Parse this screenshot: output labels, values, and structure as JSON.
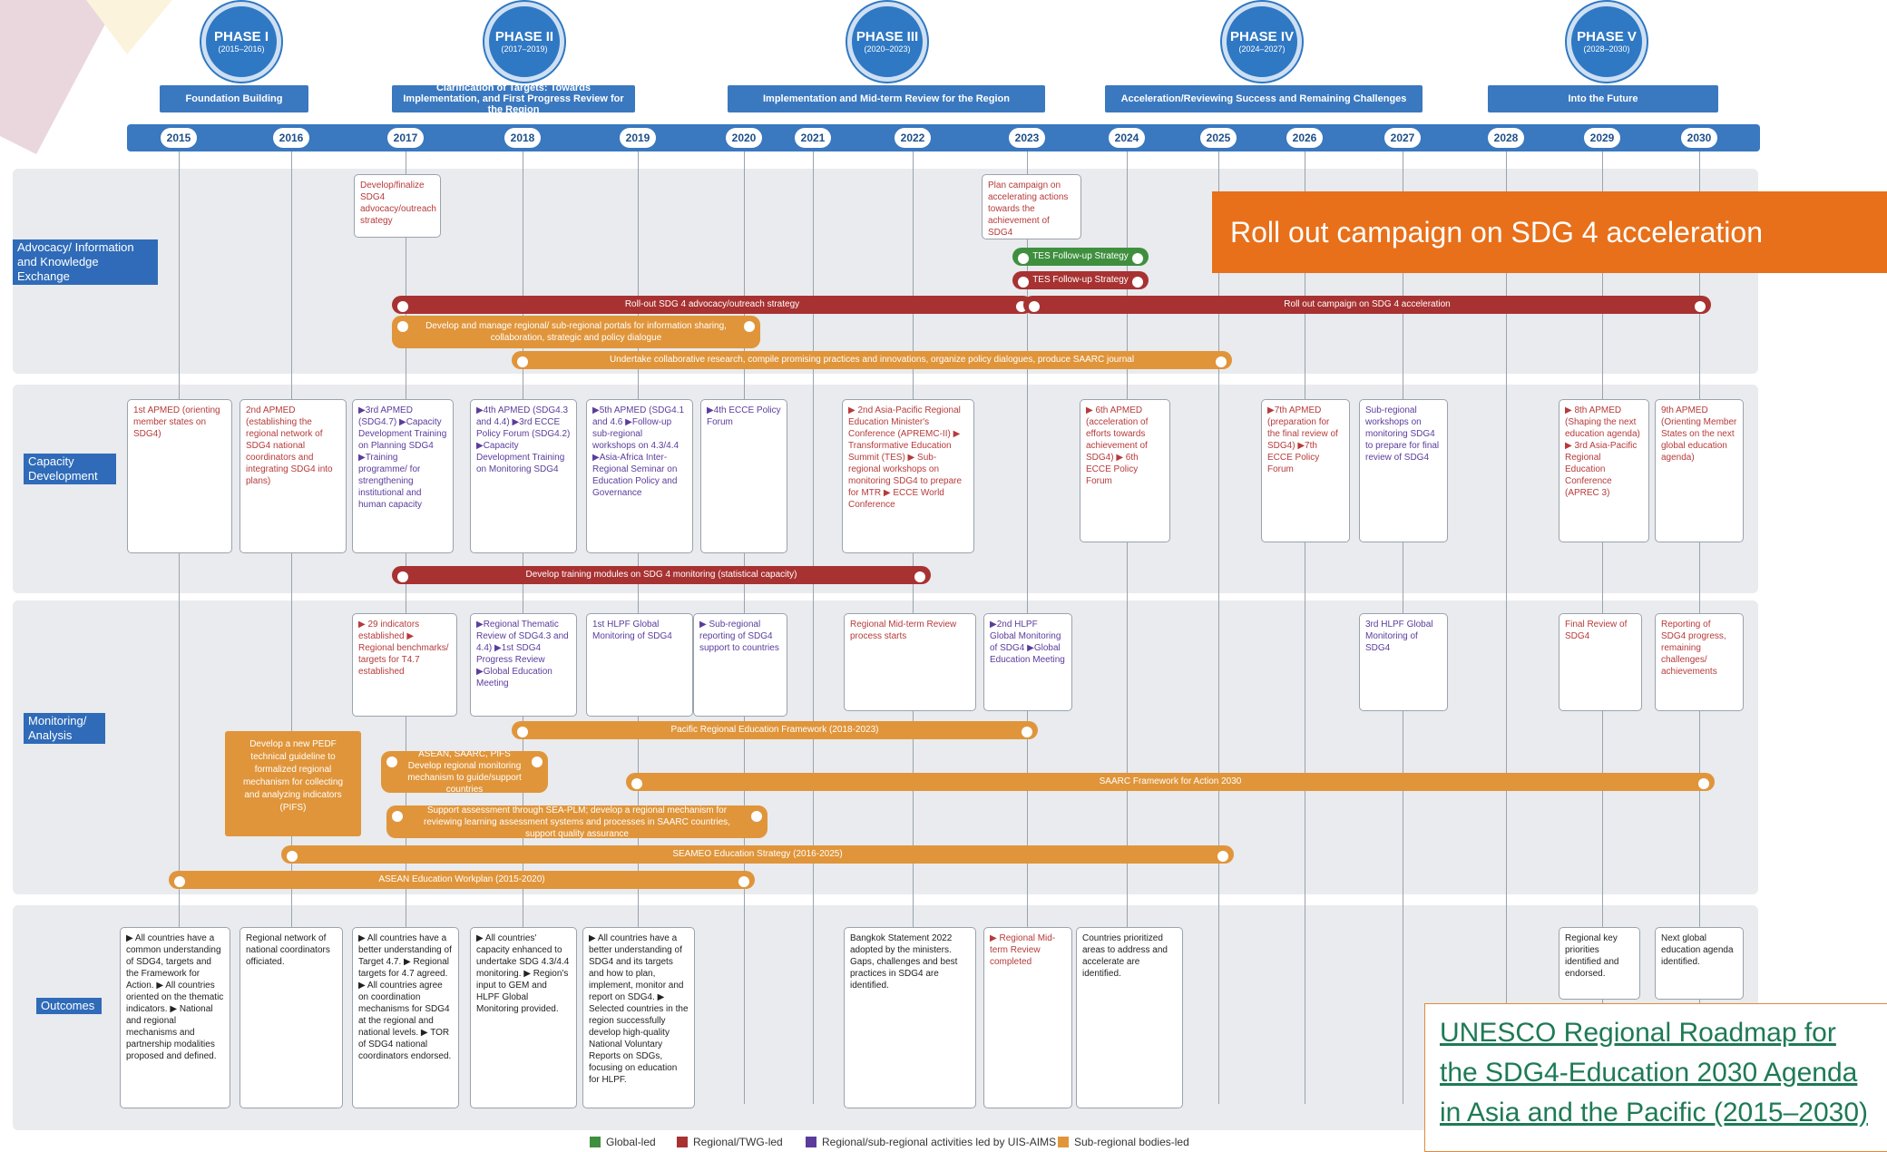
{
  "phases": [
    {
      "name": "PHASE I",
      "years": "(2015–2016)",
      "banner": "Foundation Building"
    },
    {
      "name": "PHASE II",
      "years": "(2017–2019)",
      "banner": "Clarification of Targets: Towards Implementation, and First Progress Review for the Region"
    },
    {
      "name": "PHASE III",
      "years": "(2020–2023)",
      "banner": "Implementation and Mid-term Review for the Region"
    },
    {
      "name": "PHASE IV",
      "years": "(2024–2027)",
      "banner": "Acceleration/Reviewing Success and Remaining Challenges"
    },
    {
      "name": "PHASE V",
      "years": "(2028–2030)",
      "banner": "Into the Future"
    }
  ],
  "years": [
    "2015",
    "2016",
    "2017",
    "2018",
    "2019",
    "2020",
    "2021",
    "2022",
    "2023",
    "2024",
    "2025",
    "2026",
    "2027",
    "2028",
    "2029",
    "2030"
  ],
  "rows": {
    "advocacy": "Advocacy/ Information and Knowledge Exchange",
    "capacity": "Capacity Development",
    "monitoring": "Monitoring/ Analysis",
    "outcomes": "Outcomes"
  },
  "advocacy": {
    "box1": "Develop/finalize SDG4 advocacy/outreach strategy",
    "box2": "Plan campaign on accelerating actions towards the achievement of SDG4",
    "bar_tes1": "TES Follow-up Strategy",
    "bar_tes2": "TES Follow-up Strategy",
    "bar_rollout": "Roll-out SDG 4 advocacy/outreach strategy",
    "bar_campaign": "Roll out campaign on SDG 4 acceleration",
    "bar_portals": "Develop and manage regional/ sub-regional portals for information sharing, collaboration, strategic and policy dialogue",
    "bar_research": "Undertake collaborative research, compile promising practices and innovations, organize policy dialogues, produce SAARC journal"
  },
  "capacity": {
    "b2015": "1st APMED (orienting member states on SDG4)",
    "b2016": "2nd APMED (establishing the regional network of SDG4 national coordinators and integrating SDG4 into plans)",
    "b2017": "▶3rd APMED (SDG4.7) ▶Capacity Development Training on Planning SDG4 ▶Training programme/ for strengthening institutional and human capacity",
    "b2018": "▶4th APMED (SDG4.3 and 4.4) ▶3rd ECCE Policy Forum (SDG4.2) ▶Capacity Development Training on Monitoring SDG4",
    "b2019": "▶5th APMED (SDG4.1 and 4.6 ▶Follow-up sub-regional workshops on 4.3/4.4 ▶Asia-Africa Inter- Regional Seminar on Education Policy and Governance",
    "b2020": "▶4th ECCE Policy Forum",
    "b2022": "▶ 2nd Asia-Pacific Regional Education Minister's Conference (APREMC-II) ▶ Transformative Education Summit (TES) ▶ Sub-regional workshops on monitoring SDG4 to prepare for MTR ▶ ECCE World Conference",
    "b2024": "▶ 6th APMED (acceleration of efforts towards achievement of SDG4) ▶ 6th ECCE Policy Forum",
    "b2026": "▶7th APMED (preparation for the final review of SDG4) ▶7th ECCE Policy Forum",
    "b2027": "Sub-regional workshops on monitoring SDG4 to prepare for final review of SDG4",
    "b2029": "▶ 8th APMED (Shaping the next education agenda) ▶ 3rd Asia-Pacific Regional Education Conference (APREC 3)",
    "b2030": "9th APMED (Orienting Member States on the next global education agenda)",
    "bar_modules": "Develop training modules on SDG 4 monitoring (statistical capacity)"
  },
  "monitoring": {
    "b2017": "▶ 29 indicators established ▶ Regional benchmarks/ targets for T4.7 established",
    "b2018": "▶Regional Thematic Review of SDG4.3 and 4.4) ▶1st SDG4 Progress Review ▶Global Education Meeting",
    "b2019": "1st HLPF Global Monitoring of SDG4",
    "b2020": "▶ Sub-regional reporting of SDG4 support to countries",
    "b2022": "Regional Mid-term Review process starts",
    "b2023": "▶2nd HLPF Global Monitoring of SDG4 ▶Global Education Meeting",
    "b2027": "3rd HLPF Global Monitoring of SDG4",
    "b2029": "Final Review of SDG4",
    "b2030": "Reporting of SDG4 progress, remaining challenges/ achievements",
    "bar_pacific": "Pacific Regional Education Framework (2018-2023)",
    "box_pedf": "Develop a new PEDF technical guideline to formalized regional mechanism for collecting and analyzing indicators (PIFS)",
    "bar_asean_saarc": "ASEAN, SAARC, PIFS Develop regional monitoring mechanism to guide/support countries",
    "bar_saarc": "SAARC Framework for Action 2030",
    "bar_seaplm": "Support assessment through SEA-PLM; develop a regional mechanism for reviewing learning assessment systems and processes in SAARC countries, support quality assurance",
    "bar_seameo": "SEAMEO Education Strategy (2016-2025)",
    "bar_asean": "ASEAN Education Workplan (2015-2020)"
  },
  "outcomes": {
    "b2015": "▶ All countries have a common understanding of SDG4, targets and the Framework for Action. ▶ All countries oriented on the thematic indicators. ▶ National and regional mechanisms and partnership modalities proposed and defined.",
    "b2016": "Regional network of national coordinators officiated.",
    "b2017": "▶ All countries have a better understanding of Target 4.7. ▶ Regional targets for 4.7 agreed. ▶ All countries agree on coordination mechanisms for SDG4 at the regional and national levels. ▶ TOR of SDG4 national coordinators endorsed.",
    "b2018": "▶ All countries' capacity enhanced to undertake SDG 4.3/4.4 monitoring. ▶ Region's input to GEM and HLPF Global Monitoring provided.",
    "b2019": "▶ All countries have a better understanding of SDG4 and its targets and how to plan, implement, monitor and report on SDG4. ▶ Selected countries in the region successfully develop high-quality National Voluntary Reports on SDGs, focusing on education for HLPF.",
    "b2022": "Bangkok Statement 2022 adopted by the ministers. Gaps, challenges and best practices in SDG4 are identified.",
    "b2023": "▶ Regional Mid-term Review completed",
    "b2024": "Countries prioritized areas to address and accelerate are identified.",
    "b2029": "Regional key priorities identified and endorsed.",
    "b2030": "Next global education agenda identified."
  },
  "legend": [
    {
      "label": "Global-led",
      "color": "#3f8f3f"
    },
    {
      "label": "Regional/TWG-led",
      "color": "#a83232"
    },
    {
      "label": "Regional/sub-regional activities led by UIS-AIMS",
      "color": "#5b3c9c"
    },
    {
      "label": "Sub-regional bodies-led",
      "color": "#e0953a"
    }
  ],
  "callout": "Roll out campaign on SDG 4 acceleration",
  "link": "UNESCO Regional Roadmap for the SDG4-Education 2030 Agenda in Asia and the Pacific (2015–2030)",
  "colors": {
    "blue": "#3a78c0",
    "red": "#a83232",
    "orange": "#e0953a",
    "green": "#3f8f3f",
    "callout": "#e8701a"
  }
}
